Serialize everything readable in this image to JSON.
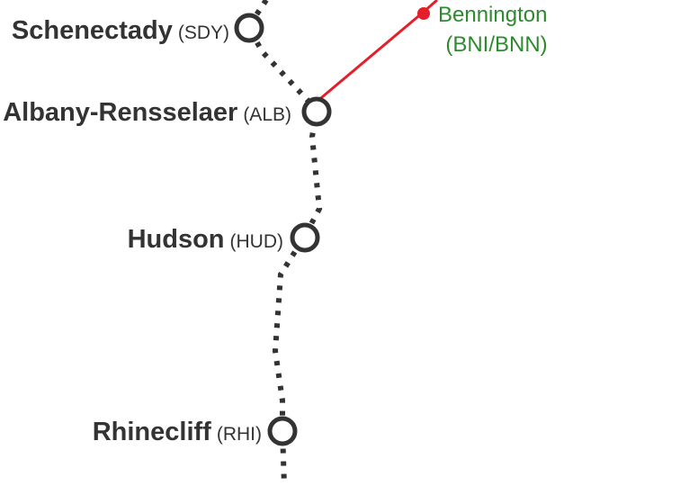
{
  "stations": [
    {
      "id": "schenectady",
      "name": "Schenectady",
      "code": "(SDY)"
    },
    {
      "id": "albany",
      "name": "Albany-Rensselaer",
      "code": "(ALB)"
    },
    {
      "id": "hudson",
      "name": "Hudson",
      "code": "(HUD)"
    },
    {
      "id": "rhinecliff",
      "name": "Rhinecliff",
      "code": "(RHI)"
    }
  ],
  "connection": {
    "name": "Bennington",
    "code": "(BNI/BNN)"
  },
  "colors": {
    "line": "#333333",
    "connector": "#e41e2b",
    "connection_text": "#2e8a2e",
    "background": "#ffffff"
  }
}
